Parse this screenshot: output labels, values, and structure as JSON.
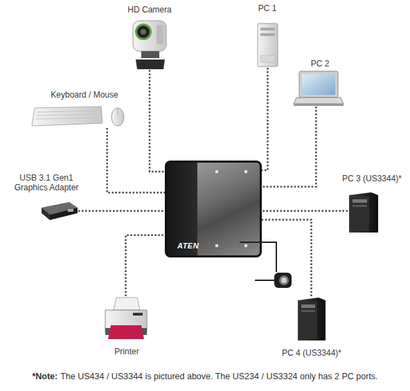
{
  "diagram": {
    "nodes": [
      {
        "text": [
          "HD Camera"
        ]
      },
      {
        "text": [
          "PC 1"
        ]
      },
      {
        "text": [
          "PC 2"
        ]
      },
      {
        "text": [
          "Keyboard / Mouse"
        ]
      },
      {
        "text": [
          "USB 3.1 Gen1 Graphics Adapter"
        ]
      },
      {
        "text": [
          "ATEN"
        ]
      },
      {
        "text": [
          "PC 3 (US3344)*"
        ]
      },
      {
        "text": [
          "Printer"
        ]
      },
      {
        "text": [
          "PC 4 (US3344)*"
        ]
      }
    ],
    "edges": [
      {
        "from": 0,
        "to": 5,
        "arrow": "none"
      },
      {
        "from": 1,
        "to": 5,
        "arrow": "none"
      },
      {
        "from": 2,
        "to": 5,
        "arrow": "none"
      },
      {
        "from": 3,
        "to": 5,
        "arrow": "none"
      },
      {
        "from": 4,
        "to": 5,
        "arrow": "none"
      },
      {
        "from": 6,
        "to": 5,
        "arrow": "none"
      },
      {
        "from": 7,
        "to": 5,
        "arrow": "none"
      },
      {
        "from": 8,
        "to": 5,
        "arrow": "none"
      }
    ],
    "labels": [
      "*Note:",
      "The US434 / US3344 is pictured above. The US234 / US3324 only has 2 PC ports."
    ]
  }
}
